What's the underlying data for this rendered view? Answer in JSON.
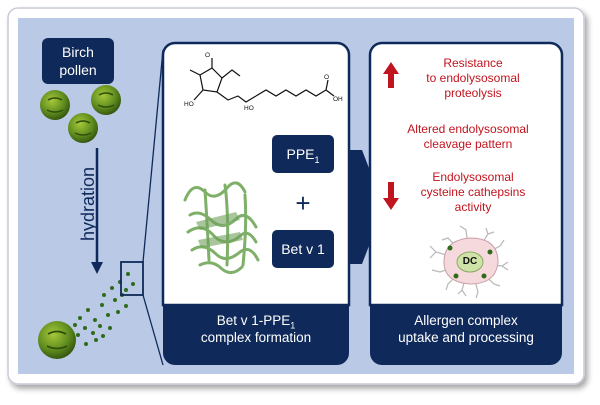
{
  "birch_pollen": {
    "line1": "Birch",
    "line2": "pollen"
  },
  "hydration": "hydration",
  "middle_panel": {
    "ppe_label": {
      "base": "PPE",
      "sub": "1"
    },
    "plus": "+",
    "bet_label": "Bet v 1",
    "footer": {
      "line1_base": "Bet v 1-PPE",
      "line1_sub": "1",
      "line2": "complex formation"
    }
  },
  "right_panel": {
    "item1": {
      "line1": "Resistance",
      "line2": "to endolysosomal",
      "line3": "proteolysis"
    },
    "item2": {
      "line1": "Altered endolysosomal",
      "line2": "cleavage pattern"
    },
    "item3": {
      "line1": "Endolysosomal",
      "line2": "cysteine cathepsins",
      "line3": "activity"
    },
    "dc_label": "DC",
    "footer": {
      "line1": "Allergen complex",
      "line2": "uptake and processing"
    }
  },
  "colors": {
    "background": "#b9c9e6",
    "navy": "#0f2a5a",
    "red": "#c0141e",
    "pollen_green": "#5e8c1e",
    "protein_green": "#8fbf7a",
    "cell_pink": "#f6d9dd"
  }
}
